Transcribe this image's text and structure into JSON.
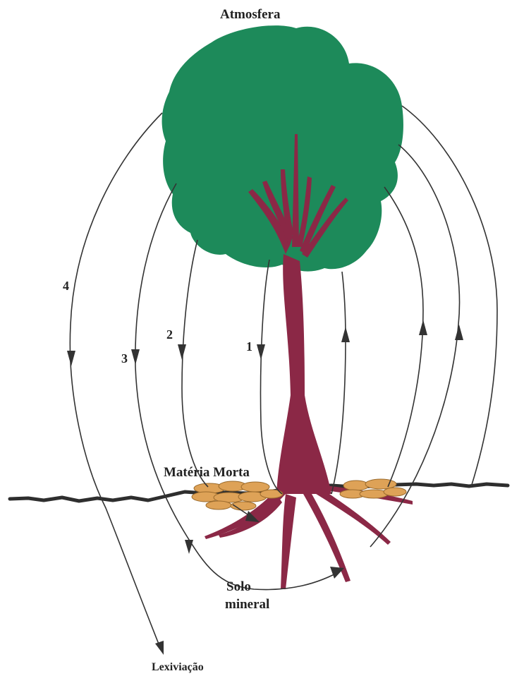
{
  "labels": {
    "atmosphere": "Atmosfera",
    "dead_matter": "Matéria Morta",
    "soil_line1": "Solo",
    "soil_line2": "mineral",
    "leaching": "Lexiviação"
  },
  "pathways": [
    {
      "number": "1"
    },
    {
      "number": "2"
    },
    {
      "number": "3"
    },
    {
      "number": "4"
    }
  ],
  "colors": {
    "canopy": "#1d8a5a",
    "trunk": "#8b2846",
    "litter": "#dea257",
    "litter_outline": "#9a6a2c",
    "ground": "#2e2e2e",
    "line": "#333333"
  }
}
